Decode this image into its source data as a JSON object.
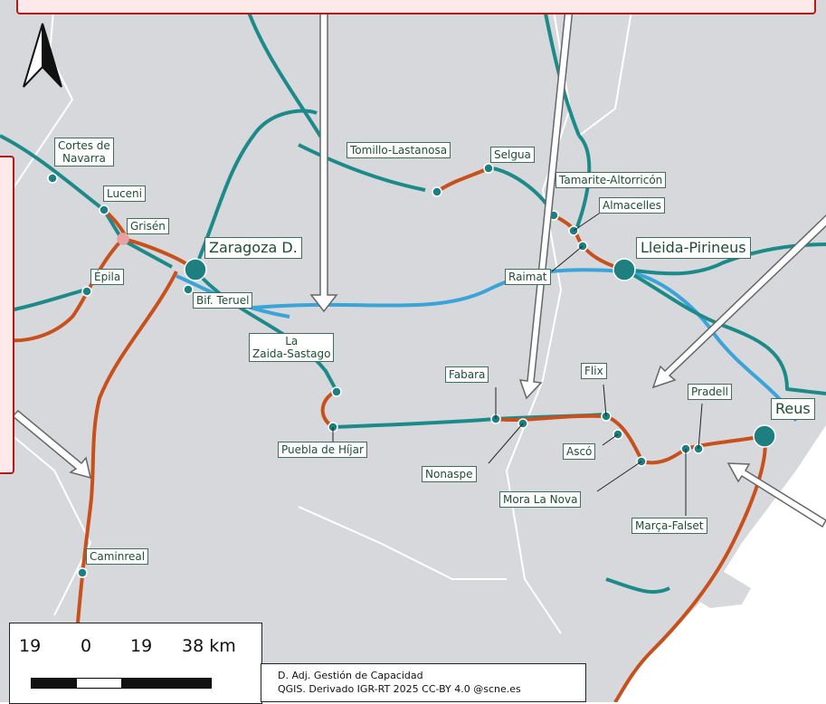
{
  "labels": {
    "cortes": "Cortes de\nNavarra",
    "luceni": "Luceni",
    "grisen": "Grisén",
    "epila": "Épila",
    "zaragoza": "Zaragoza D.",
    "bif_teruel": "Bif. Teruel",
    "la_zaida": "La\nZaida-Sastago",
    "puebla": "Puebla de Híjar",
    "tomillo": "Tomillo-Lastanosa",
    "selgua": "Selgua",
    "tamarite": "Tamarite-Altorricón",
    "almacelles": "Almacelles",
    "raimat": "Raimat",
    "lleida": "Lleida-Pirineus",
    "fabara": "Fabara",
    "nonaspe": "Nonaspe",
    "flix": "Flix",
    "asco": "Ascó",
    "mora": "Mora La Nova",
    "pradell": "Pradell",
    "reus": "Reus",
    "marca": "Marça-Falset",
    "caminreal": "Caminreal"
  },
  "scale": {
    "ticks": [
      "19",
      "0",
      "19",
      "38 km"
    ]
  },
  "credits": {
    "line1": "D. Adj. Gestión de Capacidad",
    "line2": "QGIS. Derivado IGR-RT 2025 CC-BY 4.0 @scne.es"
  },
  "colors": {
    "land": "#d6d8db",
    "sea": "#ffffff",
    "red_line": "#c8501c",
    "teal_line": "#1d8a8a",
    "blue_line": "#3aa3d8",
    "label_text": "#1d4e35",
    "callout_border": "#b51a1a",
    "callout_fill": "#fde9e9"
  }
}
